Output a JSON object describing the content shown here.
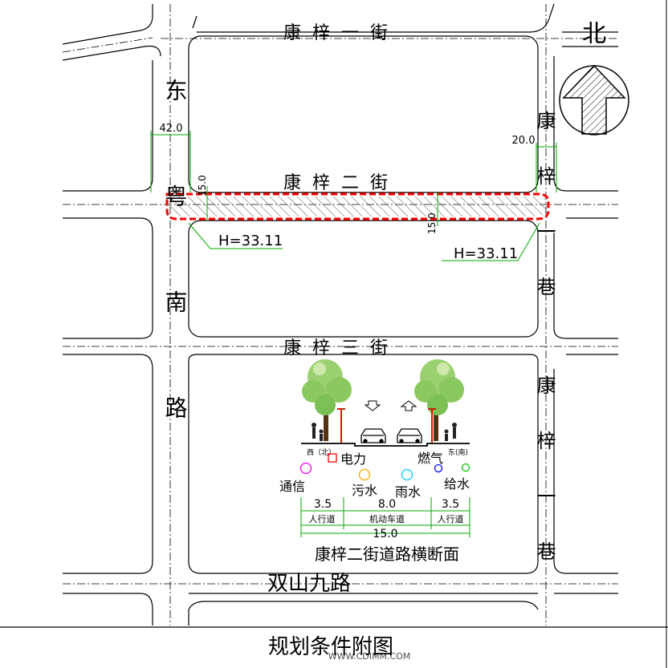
{
  "north_label": "北",
  "streets": {
    "kangzi_1_jie": "康梓一街",
    "kangzi_2_jie": "康梓二街",
    "kangzi_3_jie": "康梓三街",
    "dong_yue_nan_lu": "东粤南路",
    "kangzi_1_xiang_top": "康梓一巷",
    "kangzi_1_xiang_bottom": "康梓一巷",
    "shuangshan_9_lu": "双山九路"
  },
  "dimensions": {
    "left_width": "42.0",
    "right_width": "20.0",
    "left_setback": "15.0",
    "right_setback": "15.0",
    "elevation_left": "H=33.11",
    "elevation_right": "H=33.11"
  },
  "cross_section": {
    "title": "康梓二街道路横断面",
    "side_left": "西（北）",
    "side_right": "东(南)",
    "utilities": {
      "power": "电力",
      "gas": "燃气",
      "telecom": "通信",
      "sewage": "污水",
      "rainwater": "雨水",
      "water_supply": "给水"
    },
    "utility_colors": {
      "power": "#ff0000",
      "gas": "#0000ff",
      "telecom": "#ff00ff",
      "sewage": "#ffaa00",
      "rainwater": "#00ccff",
      "water_supply": "#00cc00"
    },
    "widths": {
      "sidewalk_left": "3.5",
      "carriageway": "8.0",
      "sidewalk_right": "3.5",
      "total": "15.0"
    },
    "lanes": {
      "sidewalk_left": "人行道",
      "carriageway": "机动车道",
      "sidewalk_right": "人行道"
    }
  },
  "footer_title": "规划条件附图",
  "watermark": "WWW.CDIMM.COM",
  "colors": {
    "redline": "#ff0000",
    "dimension": "#00aa00"
  }
}
